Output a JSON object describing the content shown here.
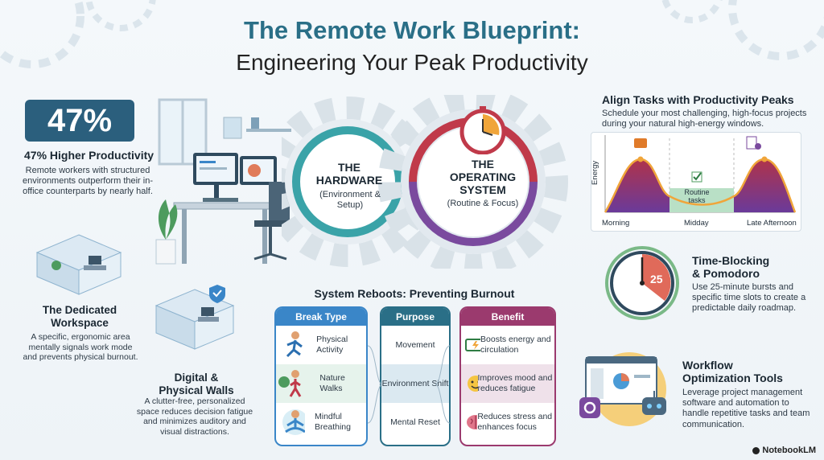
{
  "header": {
    "title_line1": "The Remote Work Blueprint:",
    "title_line2": "Engineering Your Peak Productivity"
  },
  "stat": {
    "value": "47%",
    "heading": "47% Higher Productivity",
    "body": "Remote workers with structured environments outperform their in-office counterparts by nearly half."
  },
  "workspace": {
    "heading_line1": "The Dedicated",
    "heading_line2": "Workspace",
    "body": "A specific, ergonomic area mentally signals work mode and prevents physical burnout."
  },
  "walls": {
    "heading_line1": "Digital &",
    "heading_line2": "Physical Walls",
    "body": "A clutter-free, personalized space reduces decision fatigue and minimizes auditory and visual distractions."
  },
  "gears": {
    "hardware_title_line1": "THE",
    "hardware_title_line2": "HARDWARE",
    "hardware_sub": "(Environment & Setup)",
    "os_title_line1": "THE",
    "os_title_line2": "OPERATING",
    "os_title_line3": "SYSTEM",
    "os_sub": "(Routine & Focus)"
  },
  "align": {
    "heading": "Align Tasks with Productivity Peaks",
    "body": "Schedule your most challenging, high-focus projects during your natural high-energy windows.",
    "ylabel": "Energy",
    "x_labels": [
      "Morning",
      "Midday",
      "Late Afternoon"
    ],
    "mid_label": "Routine tasks"
  },
  "timeblock": {
    "heading_line1": "Time-Blocking",
    "heading_line2": "& Pomodoro",
    "body": "Use 25-minute bursts and specific time slots to create a predictable daily roadmap.",
    "timer_value": "25"
  },
  "workflow": {
    "heading_line1": "Workflow",
    "heading_line2": "Optimization Tools",
    "body": "Leverage project management software and automation to handle repetitive tasks and team communication."
  },
  "reboots": {
    "title": "System Reboots: Preventing Burnout",
    "col_break": "Break Type",
    "col_purpose": "Purpose",
    "col_benefit": "Benefit",
    "rows": [
      {
        "break": "Physical Activity",
        "purpose": "Movement",
        "benefit": "Boosts energy and circulation"
      },
      {
        "break": "Nature Walks",
        "purpose": "Environment Shift",
        "benefit": "Improves mood and reduces fatigue"
      },
      {
        "break": "Mindful Breathing",
        "purpose": "Mental Reset",
        "benefit": "Reduces stress and enhances focus"
      }
    ]
  },
  "footer": {
    "brand": "NotebookLM"
  }
}
